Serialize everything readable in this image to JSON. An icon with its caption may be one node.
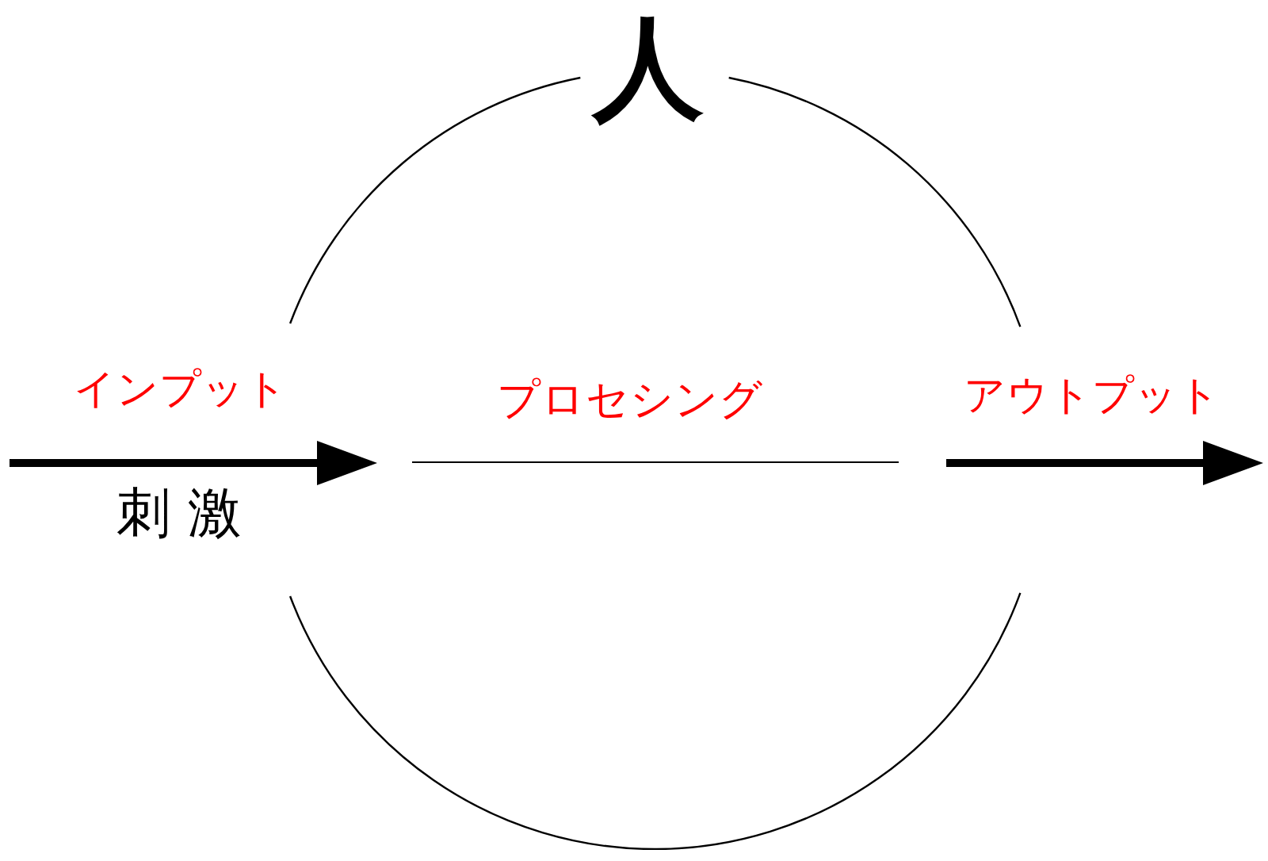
{
  "diagram": {
    "nodes": [
      {
        "text": [
          "人"
        ]
      },
      {
        "text": [
          "プロセシング"
        ],
        "in": 0
      }
    ],
    "edges": [
      {
        "from": null,
        "to": 1,
        "arrow": "to",
        "label": "インプット"
      },
      {
        "from": 1,
        "to": null,
        "arrow": "to",
        "label": "アウトプット"
      }
    ],
    "labels": [
      "刺 激"
    ]
  }
}
